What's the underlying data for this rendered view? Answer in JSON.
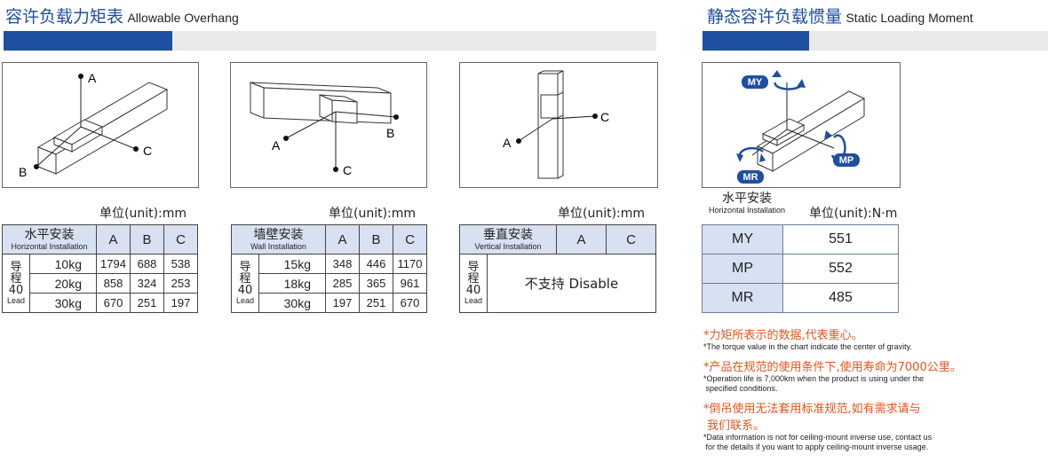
{
  "overhang": {
    "title_cn": "容许负载力矩表",
    "title_en": "Allowable Overhang"
  },
  "static": {
    "title_cn": "静态容许负载惯量",
    "title_en": "Static Loading Moment"
  },
  "diagram_labels": {
    "a": "A",
    "b": "B",
    "c": "C",
    "my": "MY",
    "mp": "MP",
    "mr": "MR"
  },
  "unit_mm": "单位(unit):mm",
  "horizontal": {
    "header_cn": "水平安装",
    "header_en": "Horizontal Installation",
    "cols": [
      "A",
      "B",
      "C"
    ],
    "lead_cn1": "导",
    "lead_cn2": "程",
    "lead_num": "40",
    "lead_en": "Lead",
    "rows": [
      {
        "load": "10kg",
        "a": "1794",
        "b": "688",
        "c": "538"
      },
      {
        "load": "20kg",
        "a": "858",
        "b": "324",
        "c": "253"
      },
      {
        "load": "30kg",
        "a": "670",
        "b": "251",
        "c": "197"
      }
    ]
  },
  "wall": {
    "header_cn": "墙壁安装",
    "header_en": "Wall Installation",
    "cols": [
      "A",
      "B",
      "C"
    ],
    "lead_cn1": "导",
    "lead_cn2": "程",
    "lead_num": "40",
    "lead_en": "Lead",
    "rows": [
      {
        "load": "15kg",
        "a": "348",
        "b": "446",
        "c": "1170"
      },
      {
        "load": "18kg",
        "a": "285",
        "b": "365",
        "c": "961"
      },
      {
        "load": "30kg",
        "a": "197",
        "b": "251",
        "c": "670"
      }
    ]
  },
  "vertical": {
    "header_cn": "垂直安装",
    "header_en": "Vertical Installation",
    "cols": [
      "A",
      "C"
    ],
    "lead_cn1": "导",
    "lead_cn2": "程",
    "lead_num": "40",
    "lead_en": "Lead",
    "not_supported": "不支持 Disable"
  },
  "moment": {
    "header_cn": "水平安装",
    "header_en": "Horizontal Installation",
    "unit": "单位(unit):N·m",
    "rows": [
      {
        "key": "MY",
        "value": "551"
      },
      {
        "key": "MP",
        "value": "552"
      },
      {
        "key": "MR",
        "value": "485"
      }
    ]
  },
  "notes": [
    {
      "cn": "*力矩所表示的数据,代表重心。",
      "en": [
        "*The torque value in the chart indicate the center of gravity."
      ]
    },
    {
      "cn": "*产品在规范的使用条件下,使用寿命为7000公里。",
      "en": [
        "*Operation life is 7,000km when the product is using under the",
        " specified conditions."
      ]
    },
    {
      "cn": "*倒吊使用无法套用标准规范,如有需求请与",
      "cn2": " 我们联系。",
      "en": [
        "*Data information is not for ceiling-mount inverse use, contact us",
        " for the details if you want to apply ceiling-mount inverse usage."
      ]
    }
  ],
  "colors": {
    "brand_blue": "#1e4fa0",
    "header_fill": "#d7e1f2",
    "note_orange": "#e8541b",
    "bar_grey": "#e9e9e9"
  }
}
